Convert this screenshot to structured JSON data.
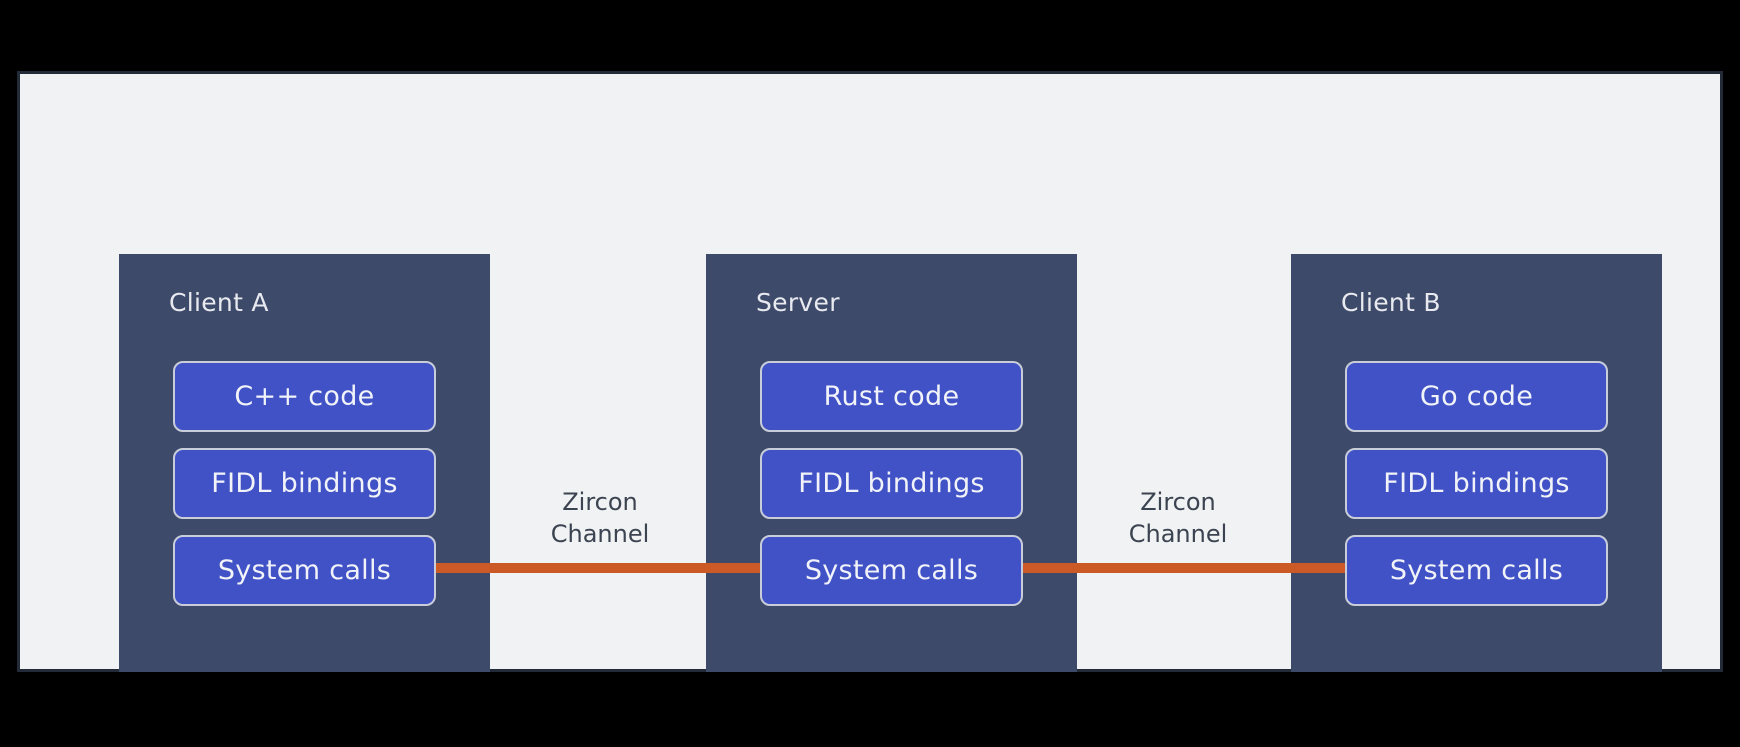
{
  "colors": {
    "page_bg": "#000000",
    "frame_bg": "#F0F2F4",
    "frame_border": "#242B38",
    "panel_bg": "#3E4A6A",
    "node_bg": "#4052C6",
    "node_border": "#C8CDD9",
    "node_text": "#F1F3F8",
    "panel_title_text": "#E8EAF0",
    "channel_line": "#CC5A26",
    "channel_label_text": "#3B4450"
  },
  "diagram": {
    "panels": [
      {
        "title": "Client A",
        "boxes": [
          "C++ code",
          "FIDL bindings",
          "System calls"
        ]
      },
      {
        "title": "Server",
        "boxes": [
          "Rust code",
          "FIDL bindings",
          "System calls"
        ]
      },
      {
        "title": "Client B",
        "boxes": [
          "Go code",
          "FIDL bindings",
          "System calls"
        ]
      }
    ],
    "channels": [
      {
        "line1": "Zircon",
        "line2": "Channel"
      },
      {
        "line1": "Zircon",
        "line2": "Channel"
      }
    ]
  }
}
